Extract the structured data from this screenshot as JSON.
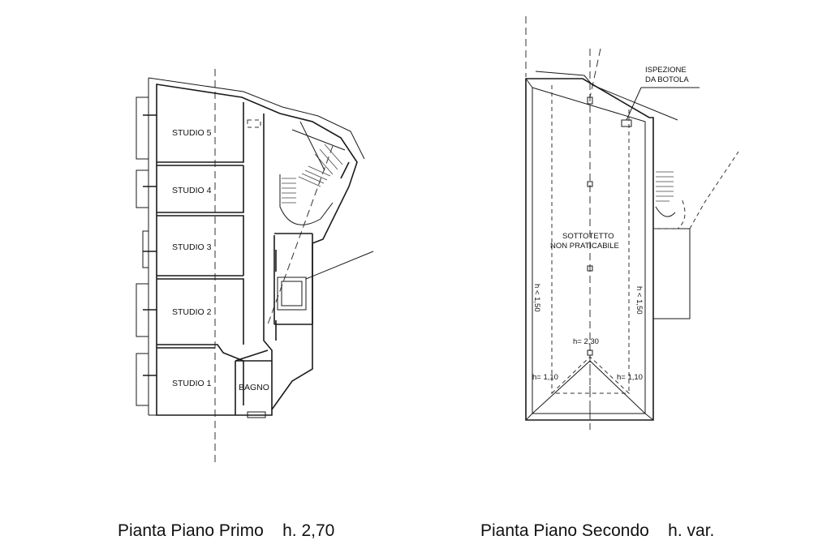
{
  "first_floor": {
    "rooms": {
      "studio5": "STUDIO 5",
      "studio4": "STUDIO 4",
      "studio3": "STUDIO 3",
      "studio2": "STUDIO 2",
      "studio1": "STUDIO 1",
      "bagno": "BAGNO"
    },
    "caption": "Pianta Piano Primo    h. 2,70"
  },
  "second_floor": {
    "note_line1": "ISPEZIONE",
    "note_line2": "DA BOTOLA",
    "attic_line1": "SOTTOTETTO",
    "attic_line2": "NON PRATICABILE",
    "h_center": "h= 2,30",
    "h_left_low": "h= 1,10",
    "h_right_low": "h= 1,10",
    "h_left_side": "h < 1,50",
    "h_right_side": "h < 1,50",
    "caption": "Pianta Piano Secondo    h. var."
  }
}
